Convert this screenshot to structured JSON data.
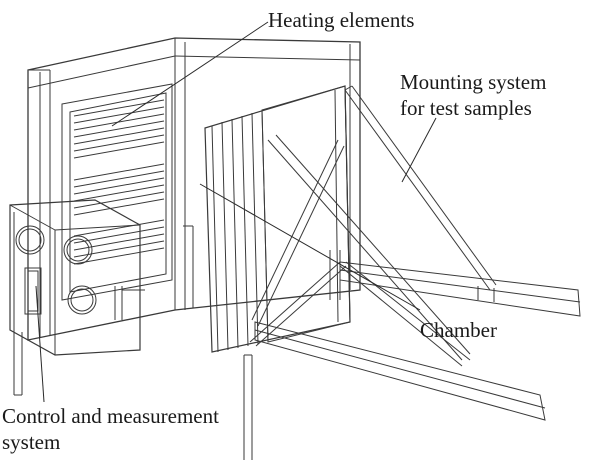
{
  "labels": {
    "heating": "Heating elements",
    "mounting_line1": "Mounting system",
    "mounting_line2": "for test samples",
    "chamber": "Chamber",
    "control_line1": "Control and measurement",
    "control_line2": "system"
  },
  "colors": {
    "stroke": "#3a3a3a",
    "text": "#1a1a1a",
    "background": "#ffffff"
  }
}
